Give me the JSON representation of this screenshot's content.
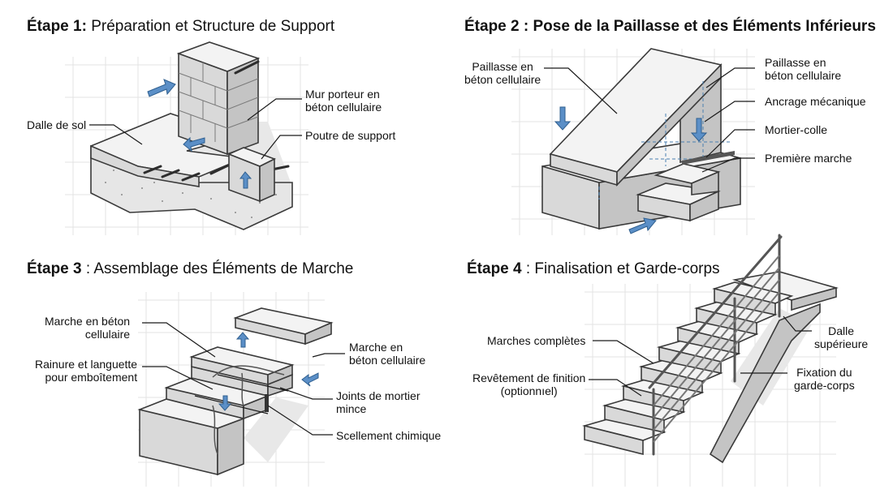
{
  "steps": [
    {
      "title_bold": "Étape 1:",
      "title_rest": " Préparation et Structure de Support",
      "labels": {
        "mur_l1": "Mur porteur en",
        "mur_l2": "béton cellulaire",
        "dalle": "Dalle de sol",
        "poutre": "Poutre de support"
      }
    },
    {
      "title_bold": "Étape 2 : Pose de la Paillasse et des Éléments Inférieurs",
      "labels": {
        "paillasse_left_l1": "Paillasse en",
        "paillasse_left_l2": "béton cellulaire",
        "paillasse_right_l1": "Paillasse en",
        "paillasse_right_l2": "béton cellulaire",
        "ancrage": "Ancrage mécanique",
        "mortier": "Mortier-colle",
        "premiere": "Première marche"
      }
    },
    {
      "title_bold": "Étape 3",
      "title_rest": " : Assemblage des Éléments de Marche",
      "labels": {
        "marche_left_l1": "Marche en béton",
        "marche_left_l2": "cellulaire",
        "rainure_l1": "Rainure et languette",
        "rainure_l2": "pour emboîtement",
        "marche_right_l1": "Marche en",
        "marche_right_l2": "béton cellulaire",
        "joints_l1": "Joints de mortier",
        "joints_l2": "mince",
        "scellement": "Scellement chimique"
      }
    },
    {
      "title_bold": "Étape 4",
      "title_rest": " : Finalisation et Garde-corps",
      "labels": {
        "marches": "Marches complètes",
        "revetement_l1": "Revêtement de finition",
        "revetement_l2": "(optionnıel)",
        "dalle_l1": "Dalle",
        "dalle_l2": "supérieure",
        "fixation_l1": "Fixation du",
        "fixation_l2": "garde-corps"
      }
    }
  ],
  "icons": [
    "arrow-icon"
  ]
}
